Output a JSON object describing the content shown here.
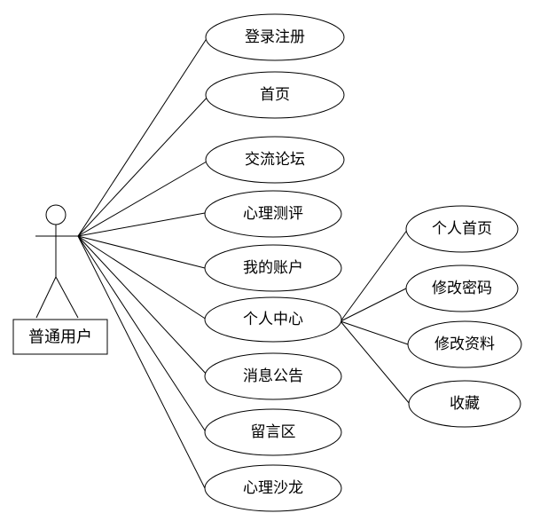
{
  "actor": {
    "label": "普通用户"
  },
  "use_cases": {
    "login_register": "登录注册",
    "home": "首页",
    "forum": "交流论坛",
    "psych_test": "心理测评",
    "my_account": "我的账户",
    "personal_center": "个人中心",
    "announcements": "消息公告",
    "message_board": "留言区",
    "psych_salon": "心理沙龙"
  },
  "personal_center_children": {
    "personal_home": "个人首页",
    "change_password": "修改密码",
    "edit_profile": "修改资料",
    "favorites": "收藏"
  }
}
